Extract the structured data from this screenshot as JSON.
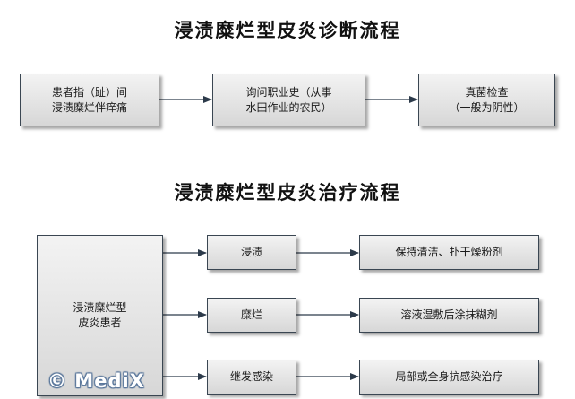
{
  "diagnosis": {
    "title": "浸渍糜烂型皮炎诊断流程",
    "step1": {
      "line1": "患者指（趾）间",
      "line2": "浸渍糜烂伴痒痛"
    },
    "step2": {
      "line1": "询问职业史（从事",
      "line2": "水田作业的农民）"
    },
    "step3": {
      "line1": "真菌检查",
      "line2": "（一般为阴性）"
    }
  },
  "treatment": {
    "title": "浸渍糜烂型皮炎治疗流程",
    "patient": {
      "line1": "浸渍糜烂型",
      "line2": "皮炎患者"
    },
    "conditions": [
      "浸渍",
      "糜烂",
      "继发感染"
    ],
    "treatments": [
      "保持清洁、扑干燥粉剂",
      "溶液湿敷后涂抹糊剂",
      "局部或全身抗感染治疗"
    ]
  },
  "watermark": "© MediX"
}
